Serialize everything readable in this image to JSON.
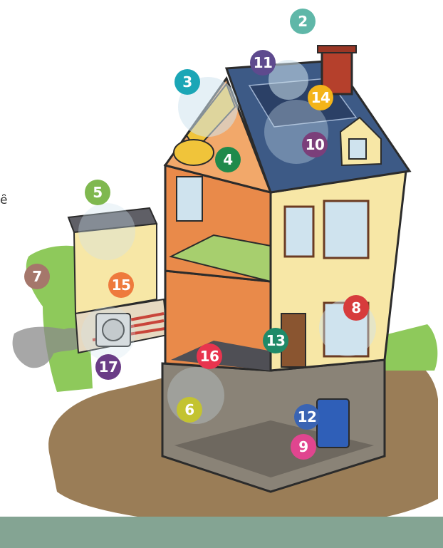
{
  "colors": {
    "wall_front": "#f7e7a6",
    "wall_side": "#e98a4a",
    "roof": "#3d5a86",
    "roof_dark": "#2b4066",
    "chimney": "#b5402c",
    "floor_green": "#a7cf6e",
    "cellar": "#8a8377",
    "ground": "#9a7d57",
    "grass": "#8ec95b",
    "highlight": "#cfe3ee",
    "footer": "#84a493",
    "outline": "#2b2b2b"
  },
  "edge_text": "ȇ",
  "markers": [
    {
      "label": "2",
      "color": "#5fb7a8"
    },
    {
      "label": "11",
      "color": "#5e4a8e"
    },
    {
      "label": "3",
      "color": "#1ba6b6"
    },
    {
      "label": "14",
      "color": "#f4b41a"
    },
    {
      "label": "10",
      "color": "#7b3f7a"
    },
    {
      "label": "4",
      "color": "#1f8a4b"
    },
    {
      "label": "5",
      "color": "#7fb84f"
    },
    {
      "label": "7",
      "color": "#a5776b"
    },
    {
      "label": "15",
      "color": "#ee7a3d"
    },
    {
      "label": "8",
      "color": "#d73c3c"
    },
    {
      "label": "13",
      "color": "#1f8a68"
    },
    {
      "label": "16",
      "color": "#e8344e"
    },
    {
      "label": "17",
      "color": "#6a3c86"
    },
    {
      "label": "6",
      "color": "#c3c331"
    },
    {
      "label": "12",
      "color": "#3a64b3"
    },
    {
      "label": "9",
      "color": "#e0458f"
    }
  ]
}
